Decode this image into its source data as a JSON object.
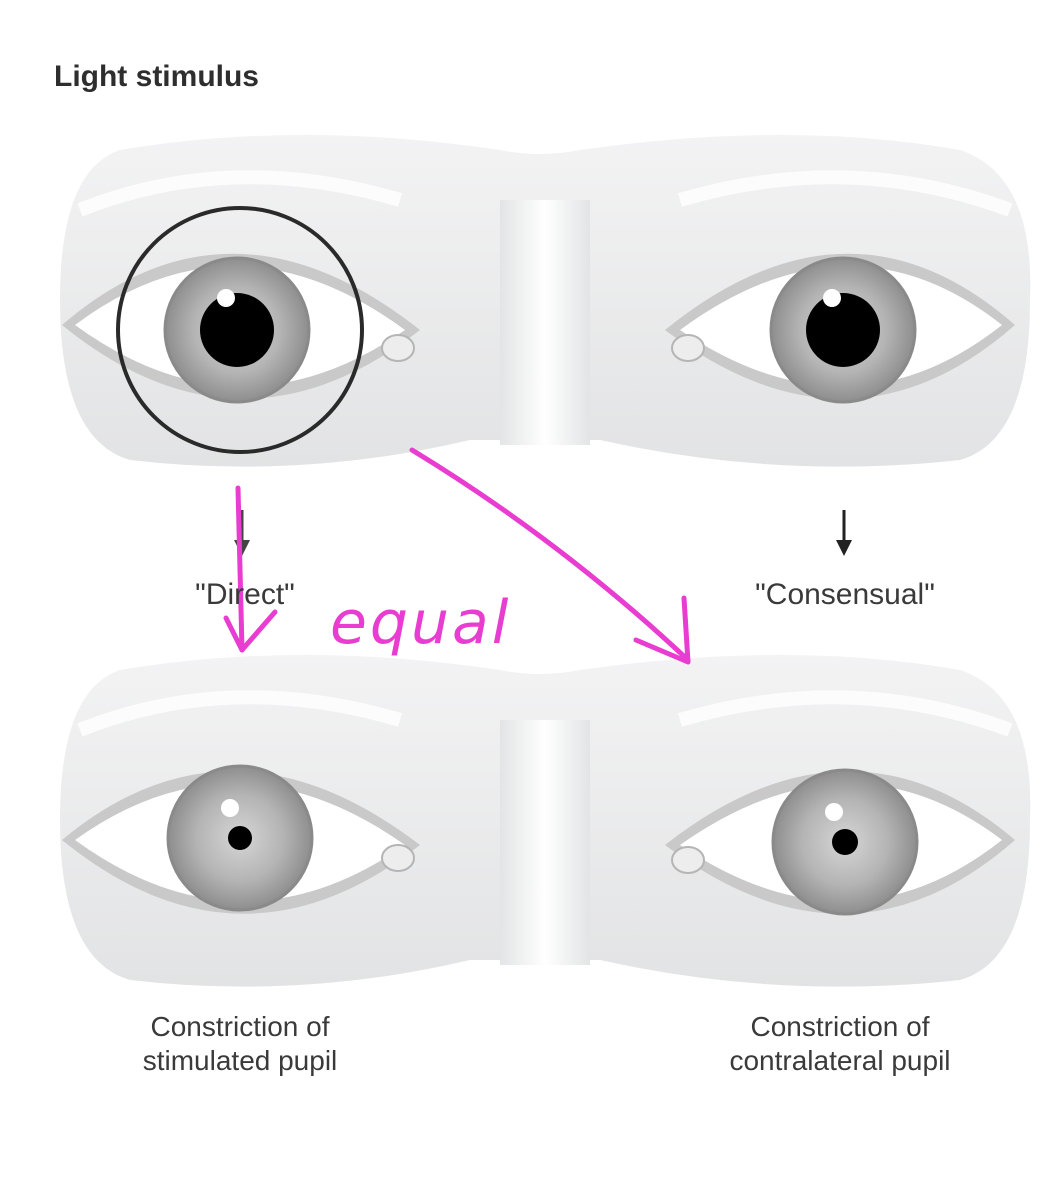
{
  "title": "Light stimulus",
  "labels": {
    "direct": "\"Direct\"",
    "consensual": "\"Consensual\""
  },
  "captions": {
    "left_line1": "Constriction of",
    "left_line2": "stimulated pupil",
    "right_line1": "Constriction of",
    "right_line2": "contralateral pupil"
  },
  "annotation": {
    "handwritten": "equal",
    "color": "#e83dd0"
  },
  "colors": {
    "face": "#e8e9ea",
    "iris": "#a9a9a9",
    "pupil": "#000000",
    "ink": "#e83dd0"
  }
}
